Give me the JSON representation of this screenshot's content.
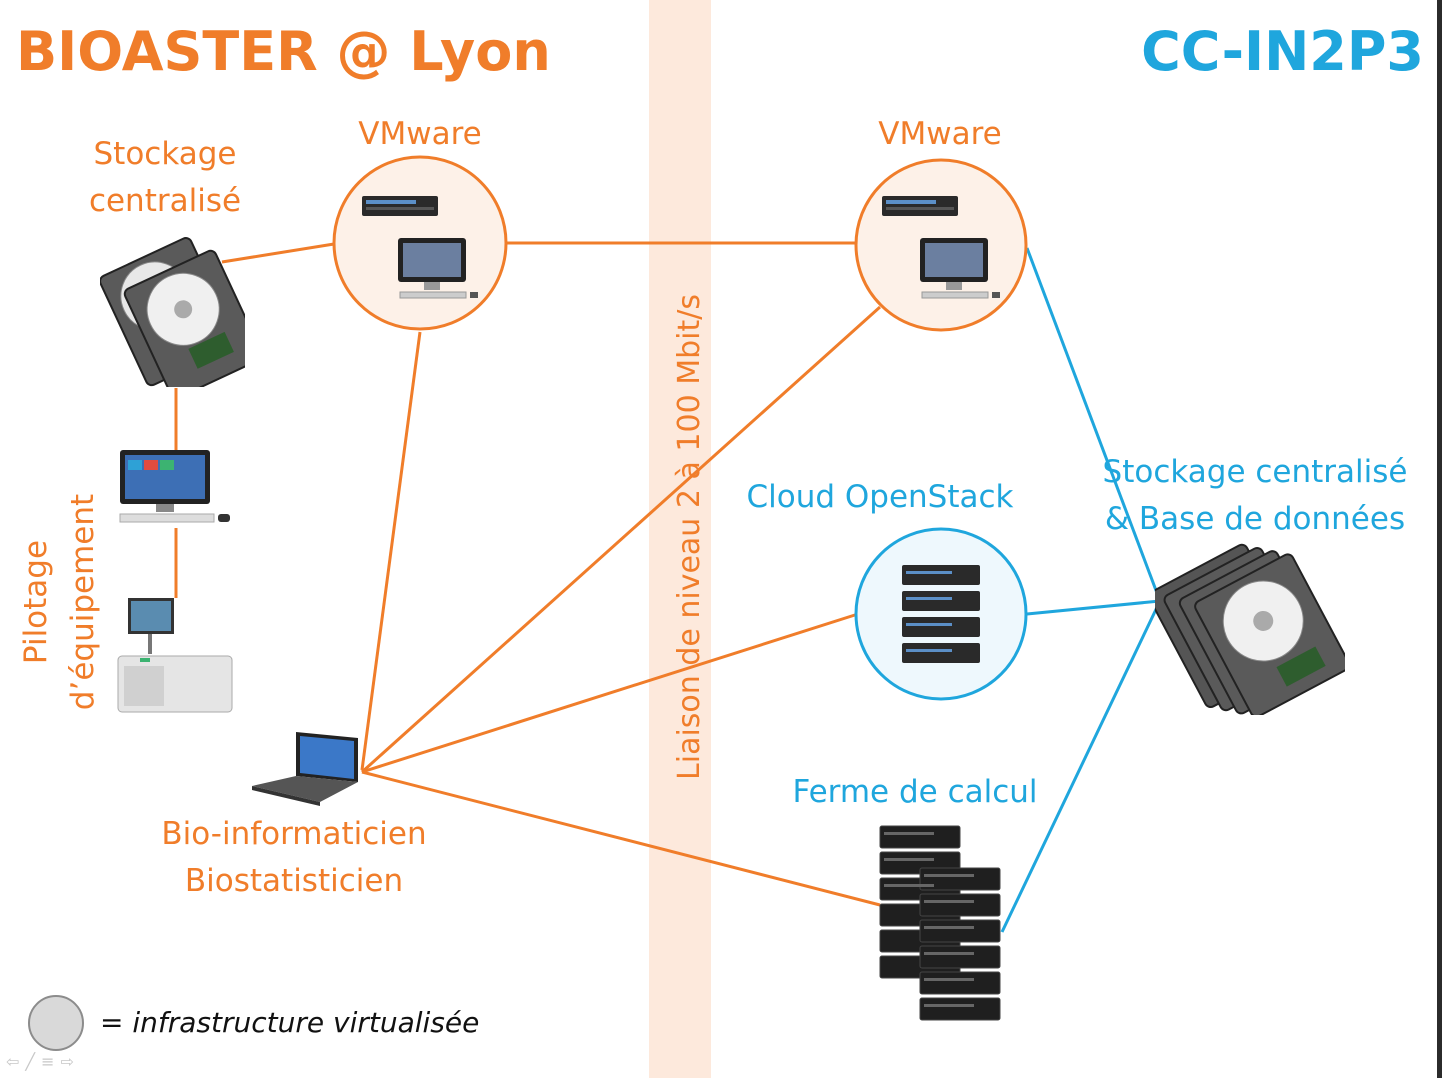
{
  "titles": {
    "left": "BIOASTER @ Lyon",
    "right": "CC-IN2P3"
  },
  "labels": {
    "stockage_lyon": [
      "Stockage",
      "centralisé"
    ],
    "vmware_lyon": "VMware",
    "vmware_ccin2p3": "VMware",
    "pilotage": [
      "Pilotage",
      "d’équipement"
    ],
    "bioinfo": [
      "Bio-informaticien",
      "Biostatisticien"
    ],
    "liaison": "Liaison de niveau 2 à 100 Mbit/s",
    "cloud": "Cloud OpenStack",
    "stockage_ccin2p3": [
      "Stockage centralisé",
      "& Base de données"
    ],
    "ferme": "Ferme de calcul"
  },
  "legend": {
    "text": "= infrastructure virtualisée"
  },
  "nav": {
    "icons": [
      "arrow-left-icon",
      "pen-icon",
      "menu-icon",
      "arrow-right-icon"
    ]
  },
  "colors": {
    "orange": "#f07d2a",
    "blue": "#1fa6dd",
    "band": "#fde9dc"
  }
}
